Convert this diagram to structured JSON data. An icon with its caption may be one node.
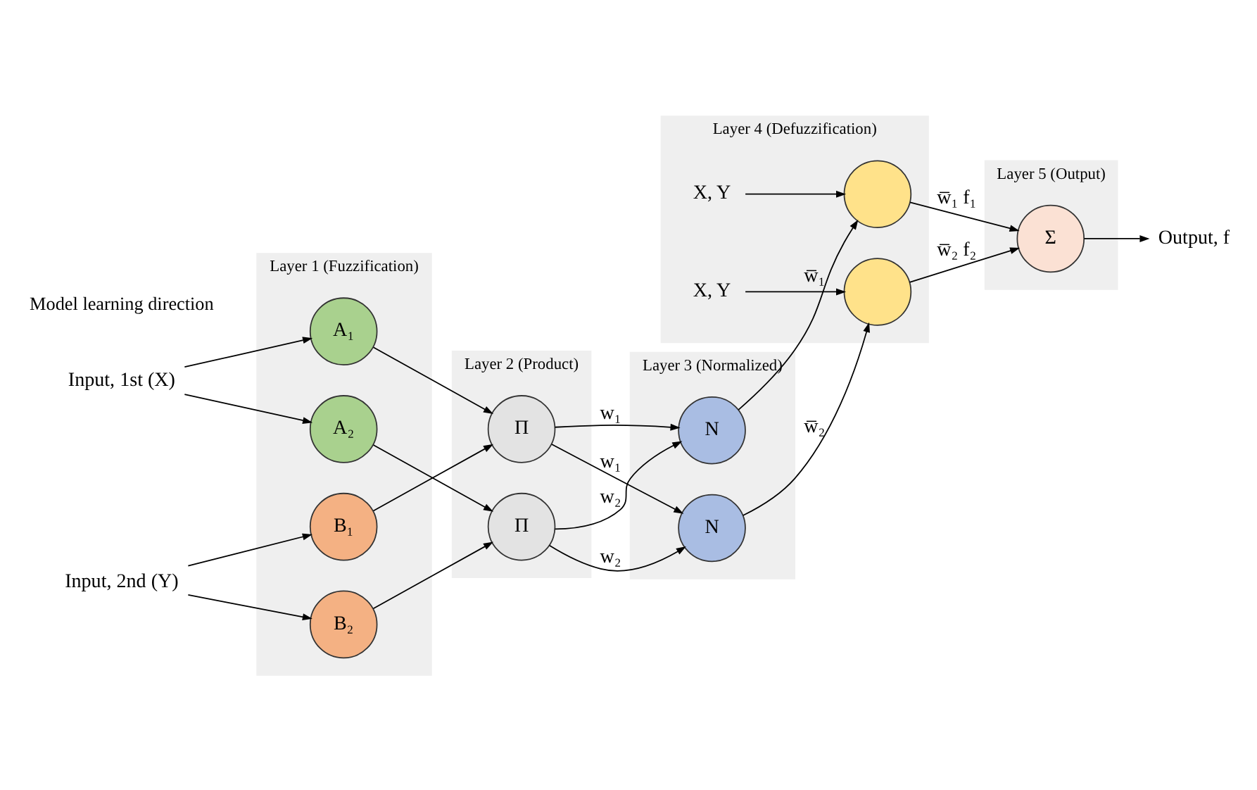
{
  "diagram": {
    "nodes": [
      {
        "text": [
          "Layer 1 (Fuzzification)"
        ]
      },
      {
        "text": [
          "Layer 2 (Product)"
        ]
      },
      {
        "text": [
          "Layer 3 (Normalized)"
        ]
      },
      {
        "text": [
          "Layer 4 (Defuzzification)"
        ]
      },
      {
        "text": [
          "Layer 5 (Output)"
        ]
      },
      {
        "text": [
          "Input, 1st (X)"
        ]
      },
      {
        "text": [
          "A₁"
        ],
        "in": 0
      },
      {
        "text": [
          "A₂"
        ],
        "in": 0
      },
      {
        "text": [
          "B₁"
        ],
        "in": 0
      },
      {
        "text": [
          "B₂"
        ],
        "in": 0
      },
      {
        "text": [
          "Input, 2nd (Y)"
        ]
      },
      {
        "text": [
          "Π"
        ],
        "in": 1
      },
      {
        "text": [
          "Π"
        ],
        "in": 1
      },
      {
        "text": [
          "N"
        ],
        "in": 2
      },
      {
        "text": [
          "N"
        ],
        "in": 2
      },
      {
        "text": [
          "X, Y"
        ],
        "in": 3
      },
      {
        "text": [],
        "shape": "circle",
        "in": 3
      },
      {
        "text": [],
        "shape": "circle",
        "in": 3
      },
      {
        "text": [
          "X, Y"
        ],
        "in": 3
      },
      {
        "text": [
          "Σ"
        ],
        "in": 4
      },
      {
        "text": [
          "Output, f"
        ]
      }
    ],
    "edges": [
      {
        "from": 5,
        "to": 6,
        "arrow": "to"
      },
      {
        "from": 5,
        "to": 7,
        "arrow": "to"
      },
      {
        "from": 10,
        "to": 8,
        "arrow": "to"
      },
      {
        "from": 10,
        "to": 9,
        "arrow": "to"
      },
      {
        "from": 6,
        "to": 11,
        "arrow": "to"
      },
      {
        "from": 8,
        "to": 11,
        "arrow": "to"
      },
      {
        "from": 7,
        "to": 12,
        "arrow": "to"
      },
      {
        "from": 9,
        "to": 12,
        "arrow": "to"
      },
      {
        "from": 11,
        "to": 13,
        "arrow": "to",
        "label": "w₁"
      },
      {
        "from": 11,
        "to": 14,
        "arrow": "to",
        "label": "w₁"
      },
      {
        "from": 12,
        "to": 13,
        "arrow": "to",
        "label": "w₂"
      },
      {
        "from": 12,
        "to": 14,
        "arrow": "to",
        "label": "w₂"
      },
      {
        "from": 13,
        "to": 16,
        "arrow": "to",
        "label": "w̅₁"
      },
      {
        "from": 14,
        "to": 17,
        "arrow": "to",
        "label": "w̅₂"
      },
      {
        "from": 15,
        "to": 16,
        "arrow": "to"
      },
      {
        "from": 18,
        "to": 17,
        "arrow": "to"
      },
      {
        "from": 16,
        "to": 19,
        "arrow": "to",
        "label": "w̅₁ f₁"
      },
      {
        "from": 17,
        "to": 19,
        "arrow": "to",
        "label": "w̅₂ f₂"
      },
      {
        "from": 19,
        "to": 20,
        "arrow": "to"
      }
    ],
    "labels": [
      "Model learning direction"
    ]
  }
}
